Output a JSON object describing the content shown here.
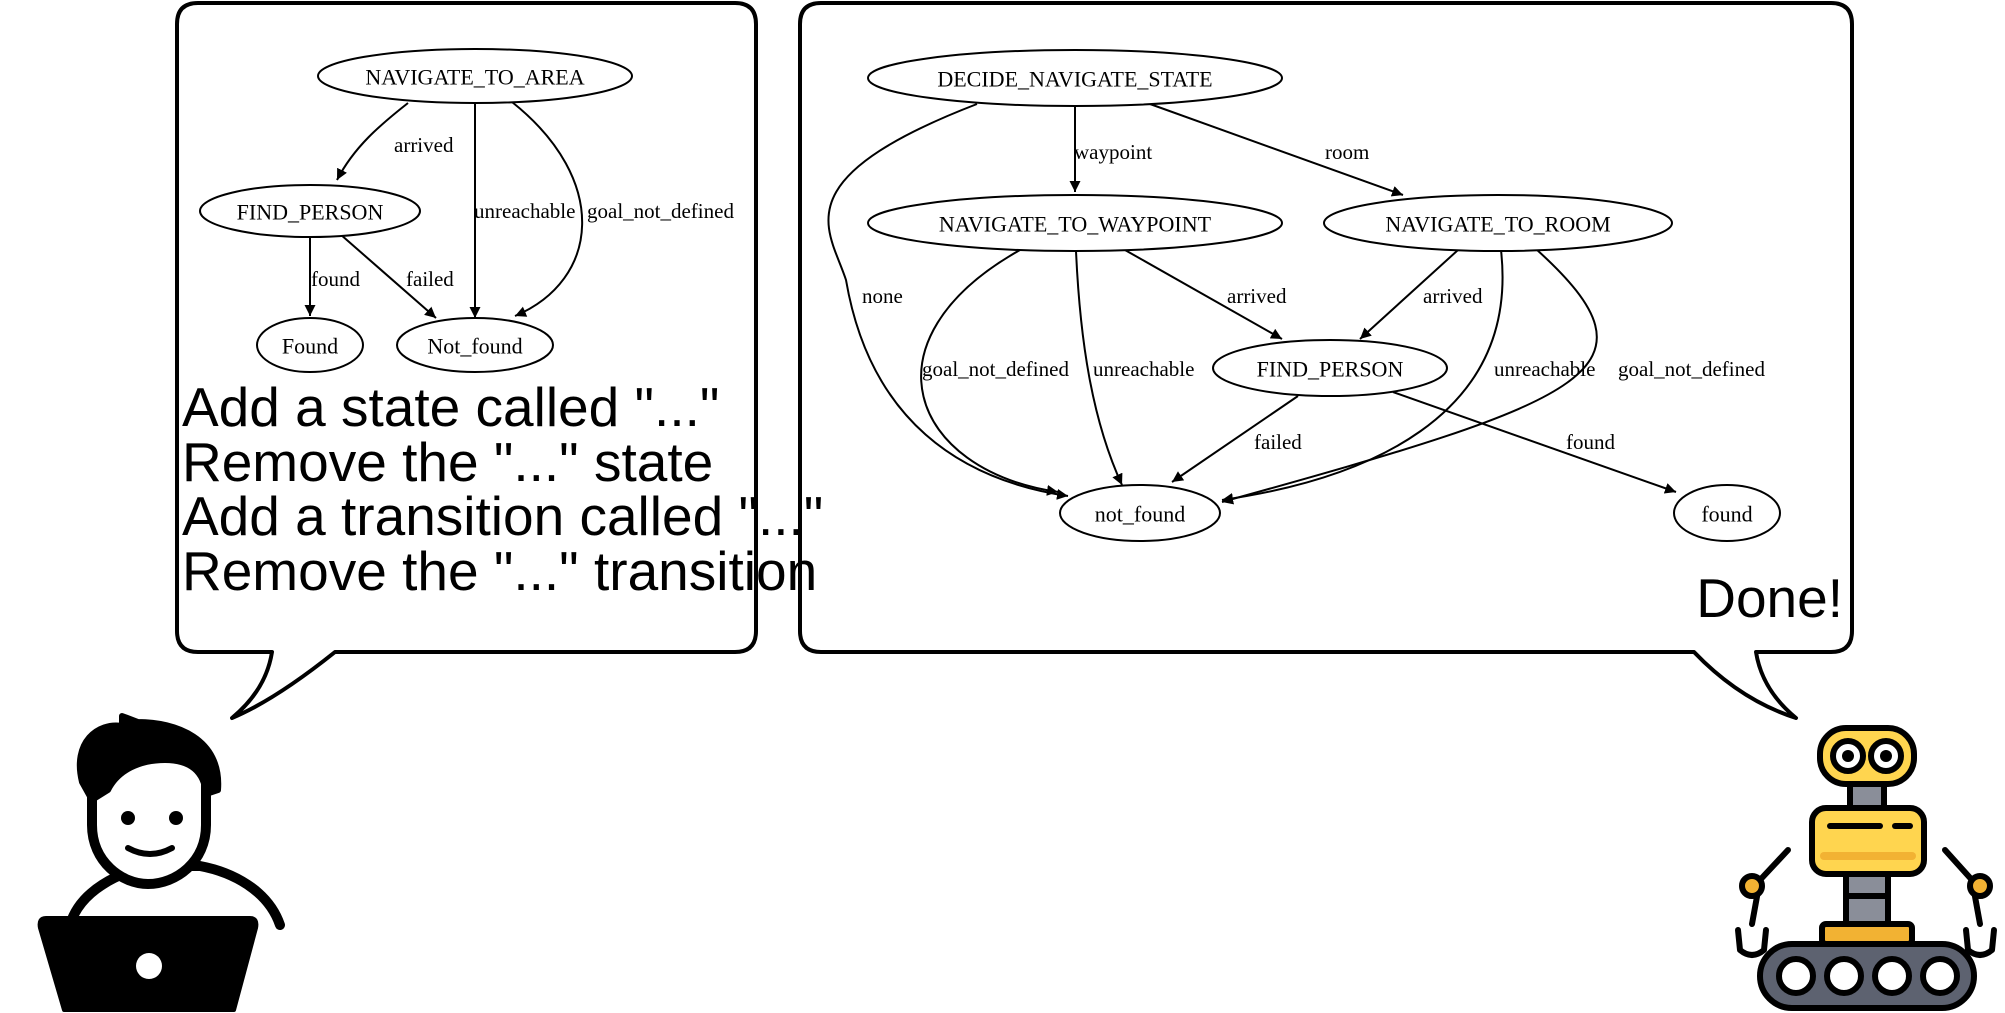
{
  "user_bubble": {
    "instructions": [
      "Add a state called \"...\"",
      "Remove the \"...\" state",
      "Add a transition called \"...\"",
      "Remove the \"...\" transition"
    ]
  },
  "before_graph": {
    "nodes": {
      "navigate_to_area": "NAVIGATE_TO_AREA",
      "find_person": "FIND_PERSON",
      "found": "Found",
      "not_found": "Not_found"
    },
    "edges": {
      "arrived": "arrived",
      "unreachable": "unreachable",
      "goal_not_defined": "goal_not_defined",
      "found": "found",
      "failed": "failed"
    }
  },
  "after_graph": {
    "nodes": {
      "decide_navigate_state": "DECIDE_NAVIGATE_STATE",
      "navigate_to_waypoint": "NAVIGATE_TO_WAYPOINT",
      "navigate_to_room": "NAVIGATE_TO_ROOM",
      "find_person": "FIND_PERSON",
      "not_found": "not_found",
      "found": "found"
    },
    "edges": {
      "waypoint": "waypoint",
      "room": "room",
      "none": "none",
      "wp_arrived": "arrived",
      "wp_goal_not_defined": "goal_not_defined",
      "wp_unreachable": "unreachable",
      "room_arrived": "arrived",
      "room_unreachable": "unreachable",
      "room_goal_not_defined": "goal_not_defined",
      "fp_failed": "failed",
      "fp_found": "found"
    }
  },
  "robot_bubble": {
    "reply": "Done!"
  },
  "icons": {
    "user": "user-with-laptop-icon",
    "robot": "robot-icon"
  },
  "colors": {
    "robot_yellow": "#FFD54F",
    "robot_orange": "#F2B233",
    "robot_gray": "#8A8E99",
    "robot_dark": "#5D6270"
  }
}
